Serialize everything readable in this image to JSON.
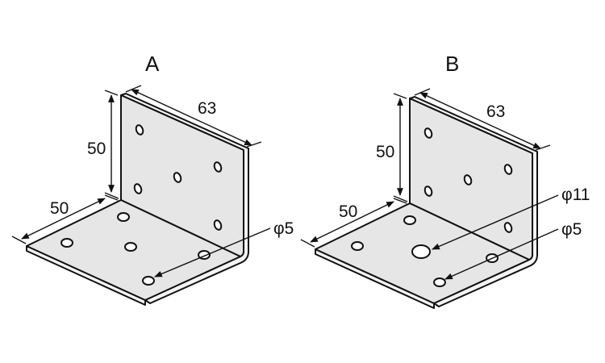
{
  "brackets": [
    {
      "title": "A",
      "height_dim": "50",
      "width_dim": "63",
      "depth_dim": "50",
      "hole_labels": [
        "φ5"
      ]
    },
    {
      "title": "B",
      "height_dim": "50",
      "width_dim": "63",
      "depth_dim": "50",
      "hole_labels": [
        "φ11",
        "φ5"
      ]
    }
  ]
}
